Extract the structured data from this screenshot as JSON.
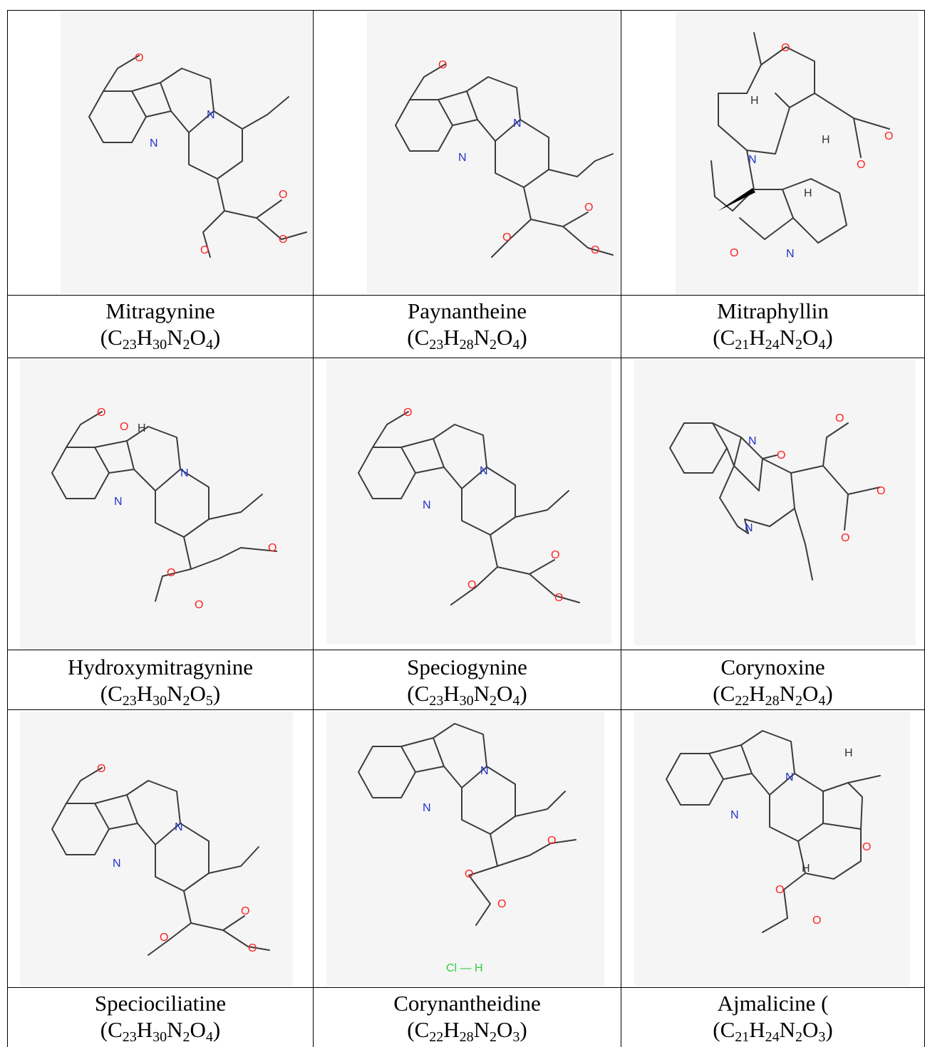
{
  "compounds": [
    {
      "name": "Mitragynine",
      "formula": [
        [
          "C",
          "23"
        ],
        [
          "H",
          "30"
        ],
        [
          "N",
          "2"
        ],
        [
          "O",
          "4"
        ]
      ],
      "open": "(",
      "close": ")"
    },
    {
      "name": "Paynantheine",
      "formula": [
        [
          "C",
          "23"
        ],
        [
          "H",
          "28"
        ],
        [
          "N",
          "2"
        ],
        [
          "O",
          "4"
        ]
      ],
      "open": "(",
      "close": ")"
    },
    {
      "name": "Mitraphyllin",
      "formula": [
        [
          "C",
          "21"
        ],
        [
          "H",
          "24"
        ],
        [
          "N",
          "2"
        ],
        [
          "O",
          "4"
        ]
      ],
      "open": "(",
      "close": ")"
    },
    {
      "name": "Hydroxymitragynine",
      "formula": [
        [
          "C",
          "23"
        ],
        [
          "H",
          "30"
        ],
        [
          "N",
          "2"
        ],
        [
          "O",
          "5"
        ]
      ],
      "open": "(",
      "close": ")"
    },
    {
      "name": "Speciogynine",
      "formula": [
        [
          "C",
          "23"
        ],
        [
          "H",
          "30"
        ],
        [
          "N",
          "2"
        ],
        [
          "O",
          "4"
        ]
      ],
      "open": "(",
      "close": ")"
    },
    {
      "name": "Corynoxine",
      "formula": [
        [
          "C",
          "22"
        ],
        [
          "H",
          "28"
        ],
        [
          "N",
          "2"
        ],
        [
          "O",
          "4"
        ]
      ],
      "open": "(",
      "close": ")"
    },
    {
      "name": "Speciociliatine",
      "formula": [
        [
          "C",
          "23"
        ],
        [
          "H",
          "30"
        ],
        [
          "N",
          "2"
        ],
        [
          "O",
          "4"
        ]
      ],
      "open": "(",
      "close": ")"
    },
    {
      "name": "Corynantheidine",
      "formula": [
        [
          "C",
          "22"
        ],
        [
          "H",
          "28"
        ],
        [
          "N",
          "2"
        ],
        [
          "O",
          "3"
        ]
      ],
      "open": "(",
      "close": ")"
    },
    {
      "name": "Ajmalicine (",
      "formula": [
        [
          "C",
          "21"
        ],
        [
          "H",
          "24"
        ],
        [
          "N",
          "2"
        ],
        [
          "O",
          "3"
        ]
      ],
      "open": "(",
      "close": ")"
    }
  ],
  "atom_labels": {
    "N": "N",
    "NH": "N",
    "H": "H",
    "O": "O",
    "HCl": "Cl — H"
  },
  "colors": {
    "background": "#ffffff",
    "image_bg": "#f5f5f5",
    "nitrogen": "#2233cc",
    "oxygen": "#ff2222",
    "chlorine": "#2ecc40",
    "bond": "#3c3c3c"
  }
}
